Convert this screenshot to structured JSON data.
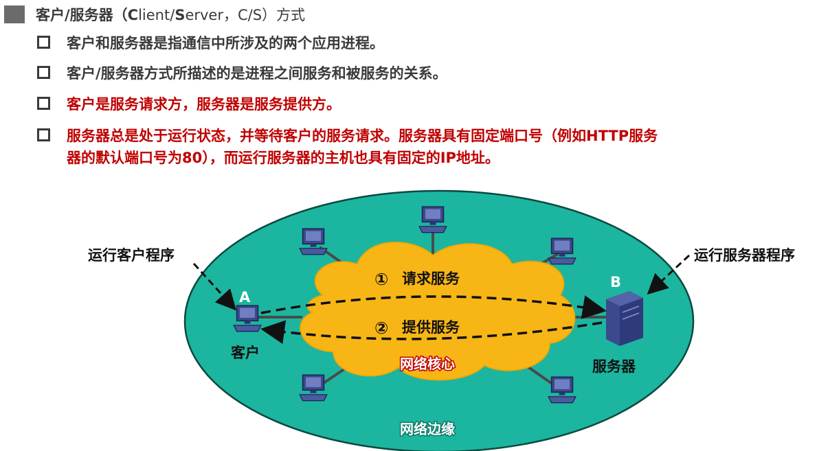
{
  "title": {
    "prefix": "客户/服务器（",
    "c1": "C",
    "c2": "lient/",
    "s1": "S",
    "s2": "erver，C/S）方式"
  },
  "bullets": [
    {
      "text": "客户和服务器是指通信中所涉及的两个应用进程。",
      "color": "gray"
    },
    {
      "text": "客户/服务器方式所描述的是进程之间服务和被服务的关系。",
      "color": "gray"
    },
    {
      "text": "客户是服务请求方，服务器是服务提供方。",
      "color": "red"
    },
    {
      "line1": "服务器总是处于运行状态，并等待客户的服务请求。服务器具有固定端口号（例如HTTP服务",
      "line2": "器的默认端口号为80），而运行服务器的主机也具有固定的IP地址。",
      "color": "red"
    }
  ],
  "diagram": {
    "client_program_label": "运行客户程序",
    "server_program_label": "运行服务器程序",
    "node_a": "A",
    "node_b": "B",
    "client_label": "客户",
    "server_label": "服务器",
    "request_num": "①",
    "request_label": "请求服务",
    "response_num": "②",
    "response_label": "提供服务",
    "core_label": "网络核心",
    "edge_label": "网络边缘",
    "colors": {
      "edge_fill": "#1cb5a0",
      "core_fill": "#f8b616",
      "computer": "#3b4a8c",
      "label_red": "#c00000"
    }
  }
}
